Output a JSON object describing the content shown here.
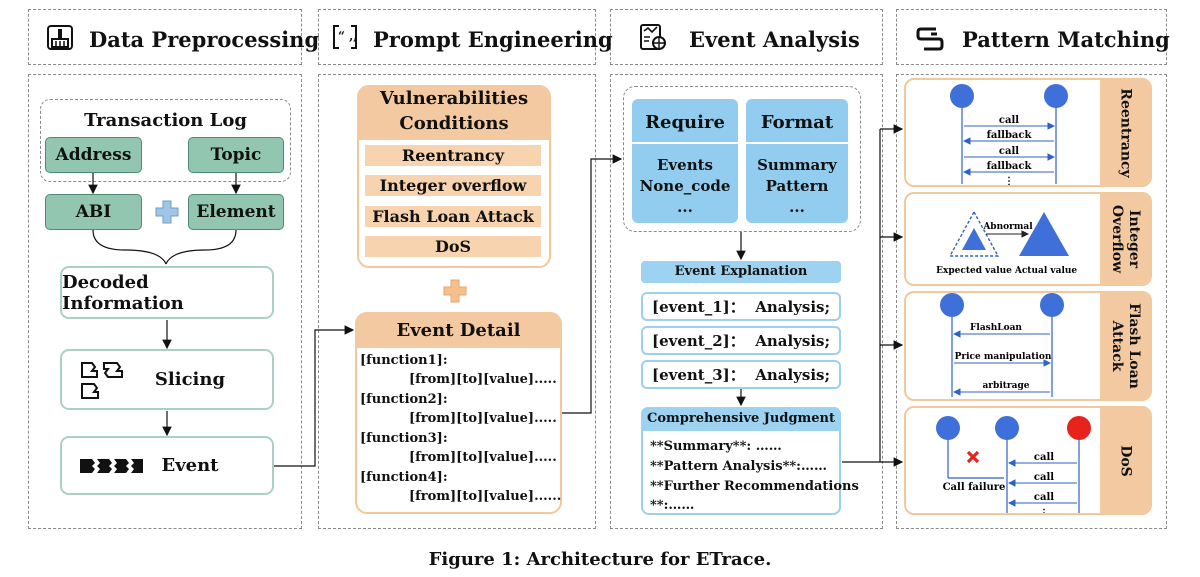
{
  "sections": {
    "data_preprocessing": "Data Preprocessing",
    "prompt_engineering": "Prompt Engineering",
    "event_analysis": "Event Analysis",
    "pattern_matching": "Pattern Matching"
  },
  "preprocessing": {
    "transaction_log": "Transaction Log",
    "address": "Address",
    "topic": "Topic",
    "abi": "ABI",
    "element": "Element",
    "decoded": "Decoded Information",
    "slicing": "Slicing",
    "event": "Event"
  },
  "prompt": {
    "vuln_title_1": "Vulnerabilities",
    "vuln_title_2": "Conditions",
    "vulns": [
      "Reentrancy",
      "Integer overflow",
      "Flash Loan Attack",
      "DoS"
    ],
    "event_detail": "Event Detail",
    "functions": [
      {
        "name": "[function1]:",
        "args": "[from][to][value]....."
      },
      {
        "name": "[function2]:",
        "args": "[from][to][value]....."
      },
      {
        "name": "[function3]:",
        "args": "[from][to][value]....."
      },
      {
        "name": "[function4]:",
        "args": "[from][to][value]......"
      }
    ]
  },
  "analysis": {
    "require": "Require",
    "require_items": [
      "Events",
      "None_code",
      "..."
    ],
    "format": "Format",
    "format_items": [
      "Summary",
      "Pattern",
      "..."
    ],
    "explanation": "Event Explanation",
    "events": [
      "[event_1]：  Analysis;",
      "[event_2]：  Analysis;",
      "[event_3]：  Analysis;"
    ],
    "judgment": "Comprehensive Judgment",
    "judgment_lines": [
      "**Summary**: ……",
      "**Pattern Analysis**:……",
      "**Further Recommendations",
      "**:……"
    ]
  },
  "patterns": {
    "reentrancy": {
      "label": "Reentrancy",
      "msgs": [
        "call",
        "fallback",
        "call",
        "fallback"
      ],
      "dots": "⋮"
    },
    "overflow": {
      "label_1": "Integer",
      "label_2": "Overflow",
      "abnormal": "Abnormal",
      "expected": "Expected value",
      "actual": "Actual value"
    },
    "flashloan": {
      "label_1": "Flash Loan",
      "label_2": "Attack",
      "msgs": [
        "FlashLoan",
        "Price manipulation",
        "arbitrage"
      ]
    },
    "dos": {
      "label": "DoS",
      "msgs": [
        "call",
        "call",
        "call"
      ],
      "failure": "Call failure",
      "dots": "⋮"
    }
  },
  "caption": "Figure 1: Architecture for ETrace.",
  "colors": {
    "green_fill": "#92c6b0",
    "blue_fill": "#92cdef",
    "orange_fill": "#f3c9a2",
    "node_blue": "#3f6fd8",
    "node_red": "#e8231c"
  }
}
